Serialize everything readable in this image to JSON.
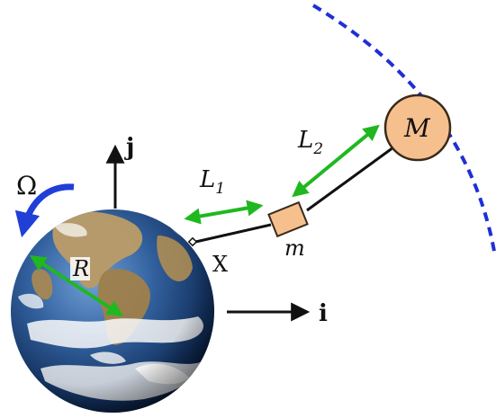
{
  "labels": {
    "omega": "Ω",
    "j_axis": "j",
    "i_axis": "i",
    "L1": "L",
    "L1_sub": "1",
    "L2": "L",
    "L2_sub": "2",
    "M": "M",
    "m": "m",
    "R": "R",
    "X": "X"
  },
  "colors": {
    "orbit": "#1f2fd6",
    "omega_arrow": "#1f3fd6",
    "dimension_arrows": "#1fb81f",
    "mass_fill": "#f6c08e",
    "mass_stroke": "#3a2a1a",
    "tether": "#111111",
    "axes": "#111111"
  },
  "icons": {
    "earth": "earth-globe-icon",
    "big_mass": "circle-mass-icon",
    "small_mass": "square-mass-icon"
  }
}
